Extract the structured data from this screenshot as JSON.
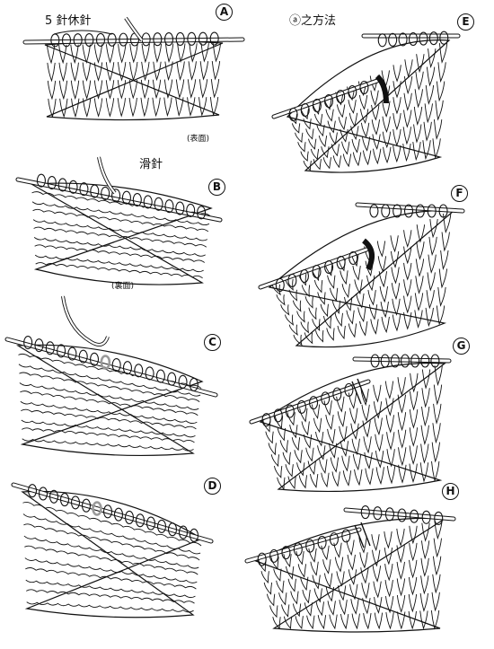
{
  "title": "ⓐ之方法",
  "annotations": {
    "five_hold": "5 針休針",
    "slip": "滑針",
    "front": "(表面)",
    "back": "(裏面)"
  },
  "panels": [
    {
      "id": "A",
      "label": "A",
      "fabric": "stockinette",
      "side_label": "front",
      "note": "five_hold"
    },
    {
      "id": "B",
      "label": "B",
      "fabric": "garter",
      "side_label": "back",
      "note": "slip"
    },
    {
      "id": "C",
      "label": "C",
      "fabric": "garter"
    },
    {
      "id": "D",
      "label": "D",
      "fabric": "garter"
    },
    {
      "id": "E",
      "label": "E",
      "fabric": "stockinette"
    },
    {
      "id": "F",
      "label": "F",
      "fabric": "stockinette"
    },
    {
      "id": "G",
      "label": "G",
      "fabric": "stockinette"
    },
    {
      "id": "H",
      "label": "H",
      "fabric": "stockinette"
    }
  ],
  "colors": {
    "ink": "#111111",
    "highlight": "#9a9a9a",
    "paper": "#ffffff"
  }
}
